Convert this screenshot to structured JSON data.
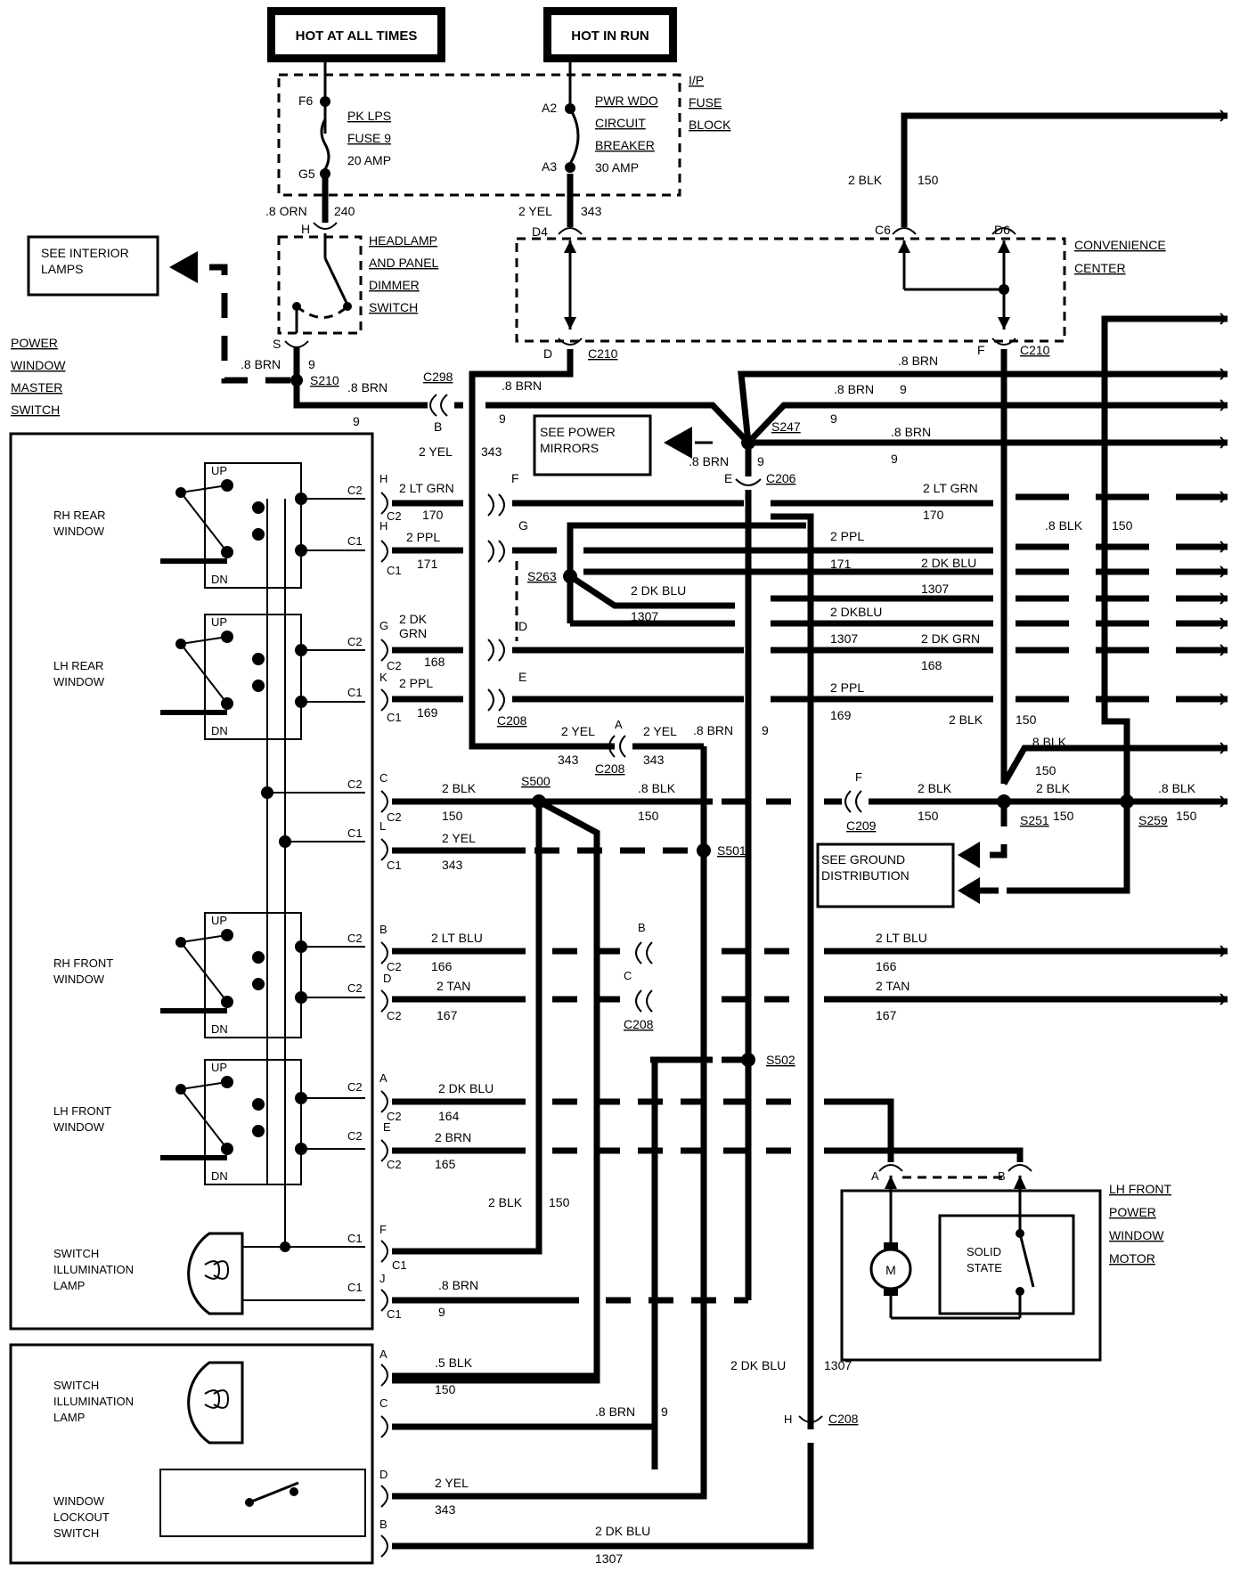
{
  "power": {
    "hot_at_all_times": "HOT AT ALL TIMES",
    "hot_in_run": "HOT IN RUN"
  },
  "fuse_block": {
    "title": [
      "I/P",
      "FUSE",
      "BLOCK"
    ],
    "fuse_pin_top": "F6",
    "fuse_pin_bottom": "G5",
    "fuse_lines": [
      "PK LPS",
      "FUSE 9"
    ],
    "fuse_amp": "20 AMP",
    "breaker_pin_top": "A2",
    "breaker_pin_bottom": "A3",
    "breaker_lines": [
      "PWR WDO",
      "CIRCUIT",
      "BREAKER"
    ],
    "breaker_amp": "30 AMP"
  },
  "headlamp_switch": {
    "title": [
      "HEADLAMP",
      "AND PANEL",
      "DIMMER",
      "SWITCH"
    ],
    "pin_h": "H",
    "pin_s": "S"
  },
  "convenience_center": {
    "title": [
      "CONVENIENCE",
      "CENTER"
    ],
    "pin_d4": "D4",
    "pin_c6": "C6",
    "pin_d6": "D6",
    "pin_d": "D",
    "pin_f": "F",
    "connector": "C210"
  },
  "see": {
    "interior_lamps": [
      "SEE INTERIOR",
      "LAMPS"
    ],
    "power_mirrors": [
      "SEE POWER",
      "MIRRORS"
    ],
    "ground_distribution": [
      "SEE GROUND",
      "DISTRIBUTION"
    ]
  },
  "master_switch": {
    "title": [
      "POWER",
      "WINDOW",
      "MASTER",
      "SWITCH"
    ],
    "rh_rear": [
      "RH REAR",
      "WINDOW"
    ],
    "lh_rear": [
      "LH REAR",
      "WINDOW"
    ],
    "rh_front": [
      "RH FRONT",
      "WINDOW"
    ],
    "lh_front": [
      "LH FRONT",
      "WINDOW"
    ],
    "illum": [
      "SWITCH",
      "ILLUMINATION",
      "LAMP"
    ],
    "up": "UP",
    "dn": "DN",
    "c1": "C1",
    "c2": "C2"
  },
  "lower_switch": {
    "illum": [
      "SWITCH",
      "ILLUMINATION",
      "LAMP"
    ],
    "lockout": [
      "WINDOW",
      "LOCKOUT",
      "SWITCH"
    ]
  },
  "motor": {
    "title": [
      "LH FRONT",
      "POWER",
      "WINDOW",
      "MOTOR"
    ],
    "m": "M",
    "solid_state": [
      "SOLID",
      "STATE"
    ],
    "pin_a": "A",
    "pin_b": "B"
  },
  "wires": {
    "orn": ".8 ORN",
    "orn_num": "240",
    "yel2": "2 YEL",
    "yel_num": "343",
    "blk2": "2 BLK",
    "blk_num": "150",
    "brn8": ".8 BRN",
    "brn_num": "9",
    "ltgrn": "2 LT GRN",
    "ltgrn_num": "170",
    "ppl": "2 PPL",
    "ppl_num": "171",
    "dkblu": "2 DK BLU",
    "dkblu_num": "1307",
    "dkblu_b": "2 DKBLU",
    "dkgrn": "2 DK GRN",
    "dkgrn_a": "2 DK",
    "dkgrn_b": "GRN",
    "dkgrn_num": "168",
    "ppl169": "169",
    "blk8": ".8 BLK",
    "ltblu": "2 LT BLU",
    "ltblu_num": "166",
    "tan": "2 TAN",
    "tan_num": "167",
    "dkblu164": "164",
    "brn2": "2 BRN",
    "brn2_num": "165",
    "blk5": ".5 BLK"
  },
  "connectors": {
    "c298": "C298",
    "c206": "C206",
    "c208": "C208",
    "c209": "C209",
    "c210": "C210"
  },
  "splices": {
    "s210": "S210",
    "s247": "S247",
    "s263": "S263",
    "s500": "S500",
    "s501": "S501",
    "s502": "S502",
    "s251": "S251",
    "s259": "S259"
  },
  "pins": {
    "a": "A",
    "b": "B",
    "c": "C",
    "d": "D",
    "e": "E",
    "f": "F",
    "g": "G",
    "h": "H",
    "j": "J",
    "k": "K",
    "l": "L"
  }
}
